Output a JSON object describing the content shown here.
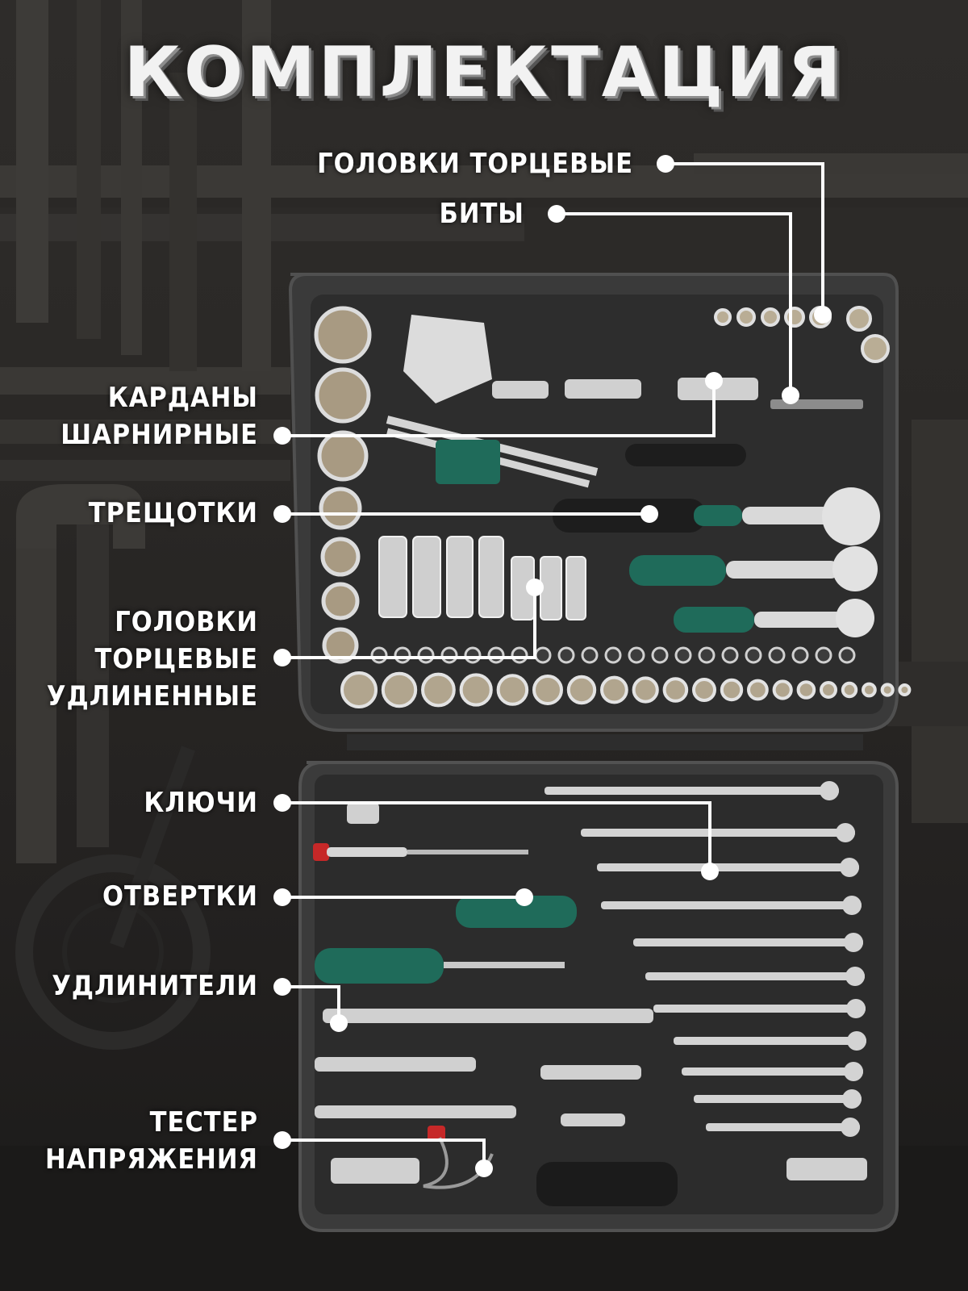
{
  "title": "КОМПЛЕКТАЦИЯ",
  "labels": {
    "sockets": "ГОЛОВКИ ТОРЦЕВЫЕ",
    "bits": "БИТЫ",
    "joints_1": "КАРДАНЫ",
    "joints_2": "ШАРНИРНЫЕ",
    "ratchets": "ТРЕЩОТКИ",
    "deep_1": "ГОЛОВКИ",
    "deep_2": "ТОРЦЕВЫЕ",
    "deep_3": "УДЛИНЕННЫЕ",
    "wrenches": "КЛЮЧИ",
    "screwdrivers": "ОТВЕРТКИ",
    "extensions": "УДЛИНИТЕЛИ",
    "tester_1": "ТЕСТЕР",
    "tester_2": "НАПРЯЖЕНИЯ"
  },
  "colors": {
    "case": "#3a3a3a",
    "tray": "#2b2b2b",
    "chrome": "#c9c9c9",
    "handle_green": "#1f6b5a",
    "callout": "#ffffff"
  }
}
